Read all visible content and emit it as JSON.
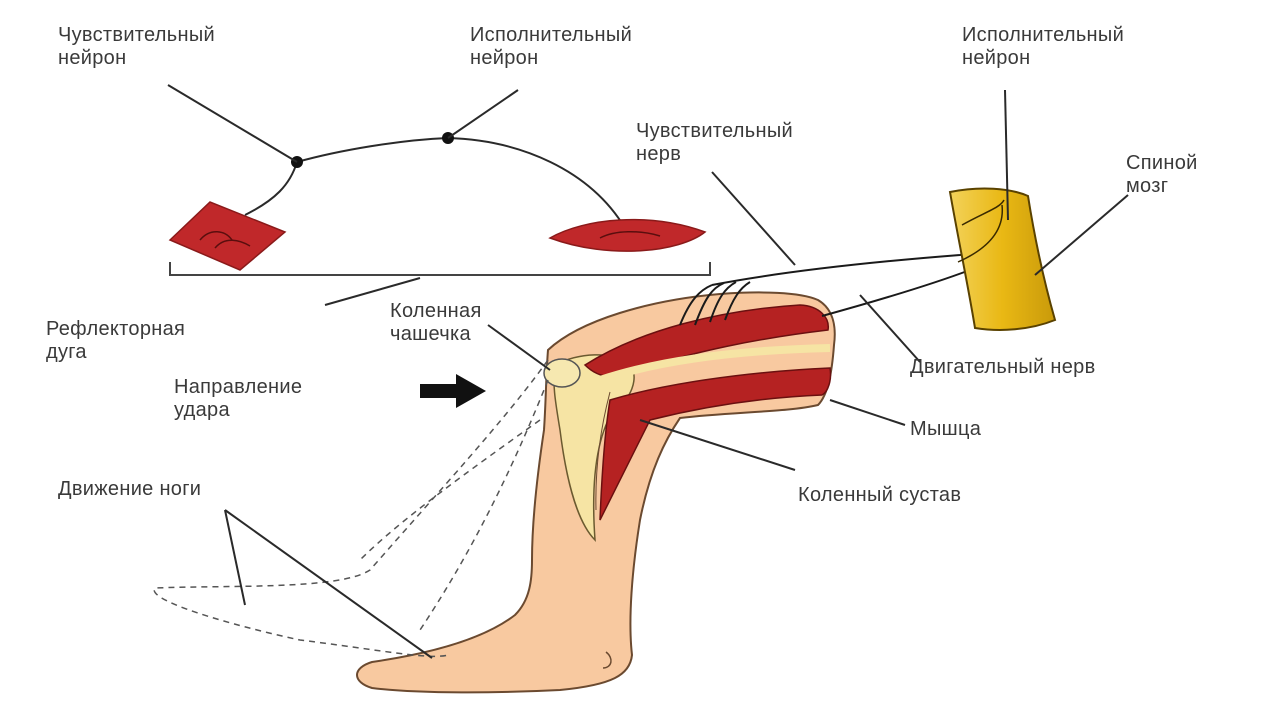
{
  "labels": {
    "sensory_neuron": [
      "Чувствительный",
      "нейрон"
    ],
    "motor_neuron_top": [
      "Исполнительный",
      "нейрон"
    ],
    "motor_neuron_right": [
      "Исполнительный",
      "нейрон"
    ],
    "sensory_nerve": [
      "Чувствительный",
      "нерв"
    ],
    "spinal_cord": [
      "Спиной",
      "мозг"
    ],
    "reflex_arc": [
      "Рефлекторная",
      "дуга"
    ],
    "kneecap": [
      "Коленная",
      "чашечка"
    ],
    "strike_direction": [
      "Направление",
      "удара"
    ],
    "motor_nerve": "Двигательный нерв",
    "muscle": "Мышца",
    "leg_movement": "Движение ноги",
    "knee_joint": "Коленный сустав"
  },
  "colors": {
    "skin": "#f8c9a0",
    "muscle": "#b52222",
    "spinal_cord": "#e9b814",
    "line": "#2a2a2a",
    "text": "#3a3a3a"
  }
}
